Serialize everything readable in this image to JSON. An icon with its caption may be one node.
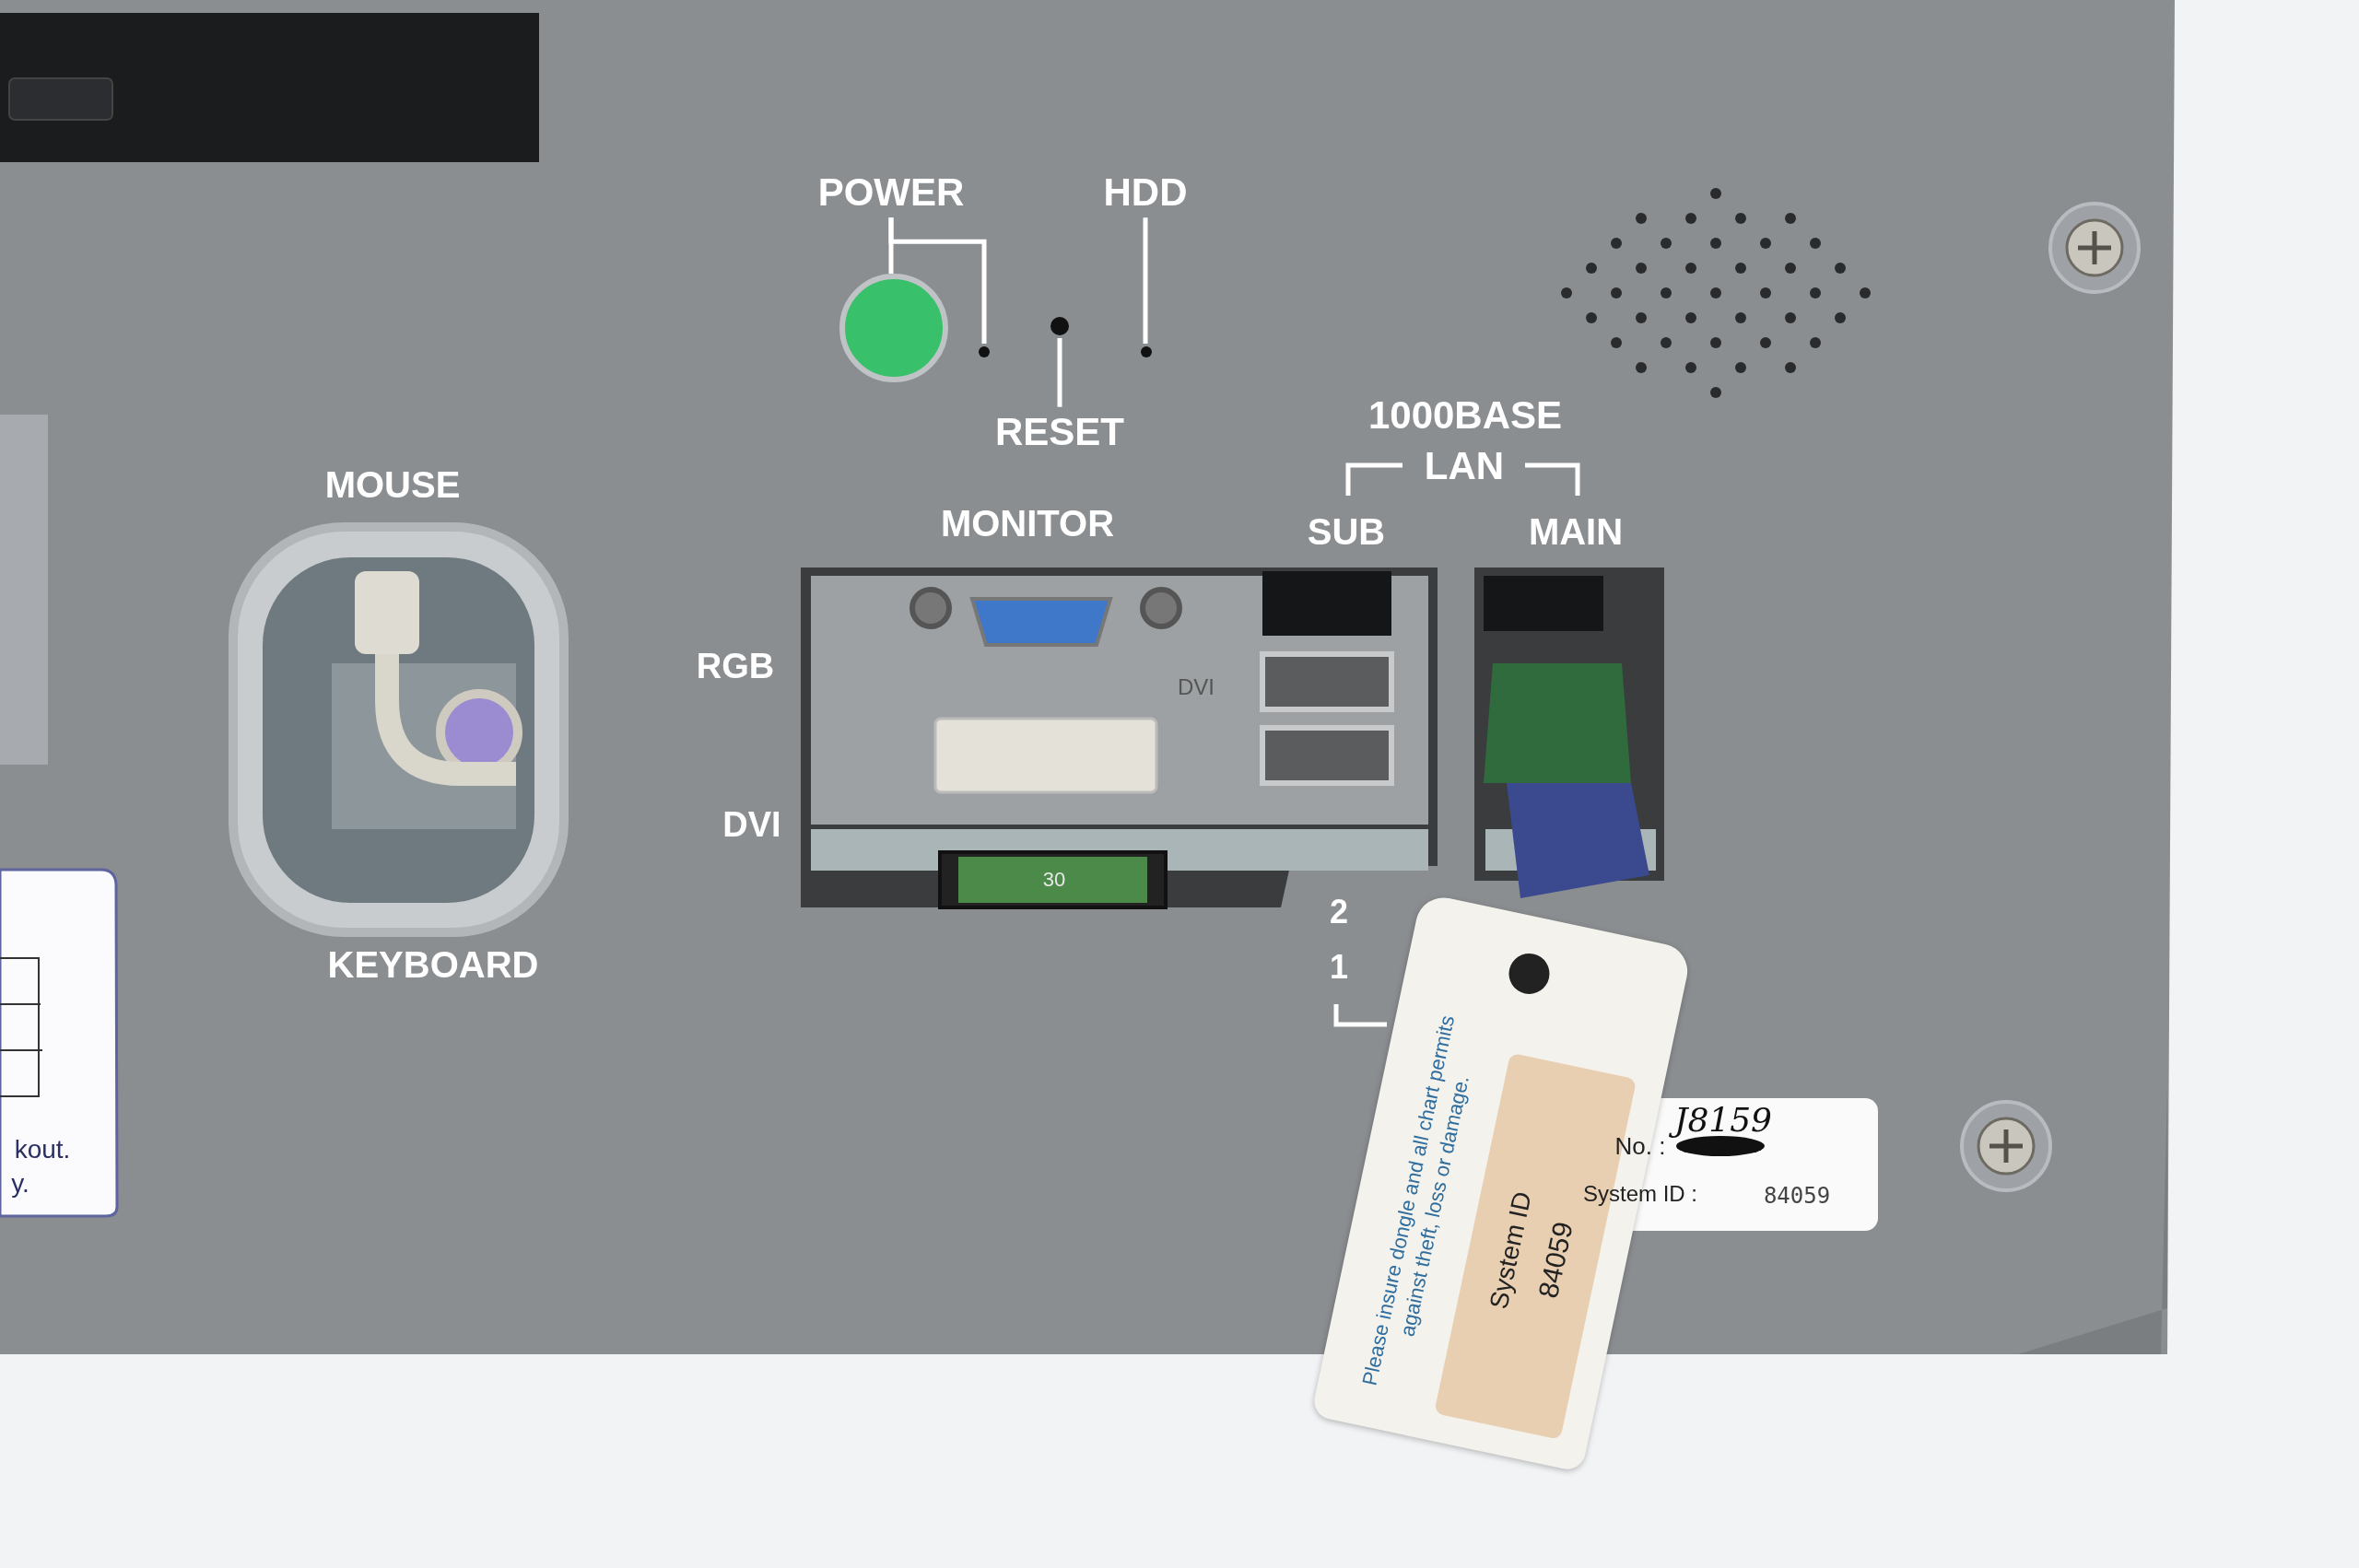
{
  "diagram": {
    "nodes": [
      {
        "text": [
          "POWER"
        ]
      },
      {
        "text": [],
        "shape": "circle"
      },
      {
        "text": [],
        "shape": "circle"
      },
      {
        "text": [
          "HDD"
        ]
      },
      {
        "text": [],
        "shape": "circle"
      },
      {
        "text": [],
        "shape": "circle"
      },
      {
        "text": [
          "RESET"
        ]
      }
    ],
    "edges": [
      {
        "from": 0,
        "to": 1,
        "arrow": "none"
      },
      {
        "from": 0,
        "to": 2,
        "arrow": "none"
      },
      {
        "from": 3,
        "to": 4,
        "arrow": "none"
      },
      {
        "from": 6,
        "to": 5,
        "arrow": "none"
      }
    ],
    "labels": [
      "MOUSE",
      "1000BASE",
      "LAN",
      "MONITOR",
      "SUB",
      "MAIN",
      "RGB",
      "DVI",
      "DVI",
      "30",
      "2",
      "KEYBOARD",
      "1",
      "Please insure dongle and all chart permits against theft, loss or damage.",
      "System ID",
      "84059",
      "J8159",
      "No. :",
      "System ID :",
      "84059",
      "kout.",
      "y."
    ]
  }
}
